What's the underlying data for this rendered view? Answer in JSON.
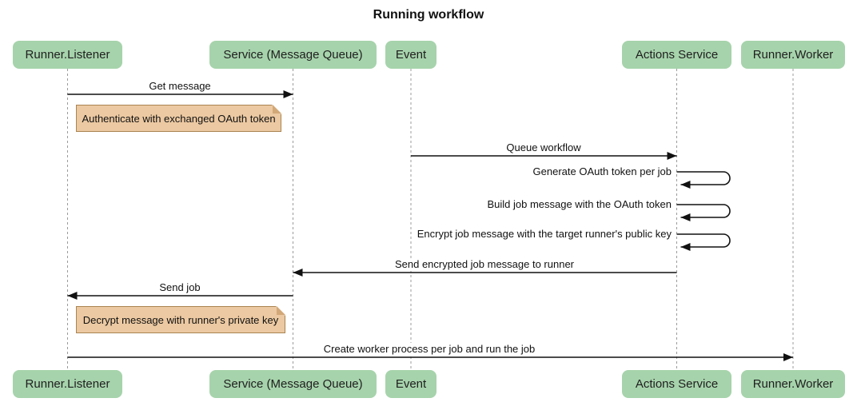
{
  "title": "Running workflow",
  "colors": {
    "background": "#ffffff",
    "text": "#111111",
    "arrow": "#111111",
    "lifeline": "#9b9b9b",
    "actor_fill": "#a6d3ab",
    "actor_text": "#1f1f1f",
    "note_fill": "#ecc9a2",
    "note_border": "#aa8452",
    "note_fold": "#d2a878"
  },
  "actors": [
    {
      "label": "Runner.Listener"
    },
    {
      "label": "Service (Message Queue)"
    },
    {
      "label": "Event"
    },
    {
      "label": "Actions Service"
    },
    {
      "label": "Runner.Worker"
    }
  ],
  "messages": [
    {
      "label": "Get message",
      "from": "Runner.Listener",
      "to": "Service (Message Queue)"
    },
    {
      "label": "Queue workflow",
      "from": "Event",
      "to": "Actions Service"
    },
    {
      "label": "Generate OAuth token per job",
      "from": "Actions Service",
      "to": "Actions Service"
    },
    {
      "label": "Build job message with the OAuth token",
      "from": "Actions Service",
      "to": "Actions Service"
    },
    {
      "label": "Encrypt job message with the target runner's public key",
      "from": "Actions Service",
      "to": "Actions Service"
    },
    {
      "label": "Send encrypted job message to runner",
      "from": "Actions Service",
      "to": "Service (Message Queue)"
    },
    {
      "label": "Send job",
      "from": "Service (Message Queue)",
      "to": "Runner.Listener"
    },
    {
      "label": "Create worker process per job and run the job",
      "from": "Runner.Listener",
      "to": "Runner.Worker"
    }
  ],
  "notes": [
    {
      "text": "Authenticate with exchanged OAuth token"
    },
    {
      "text": "Decrypt message with runner's private key"
    }
  ]
}
